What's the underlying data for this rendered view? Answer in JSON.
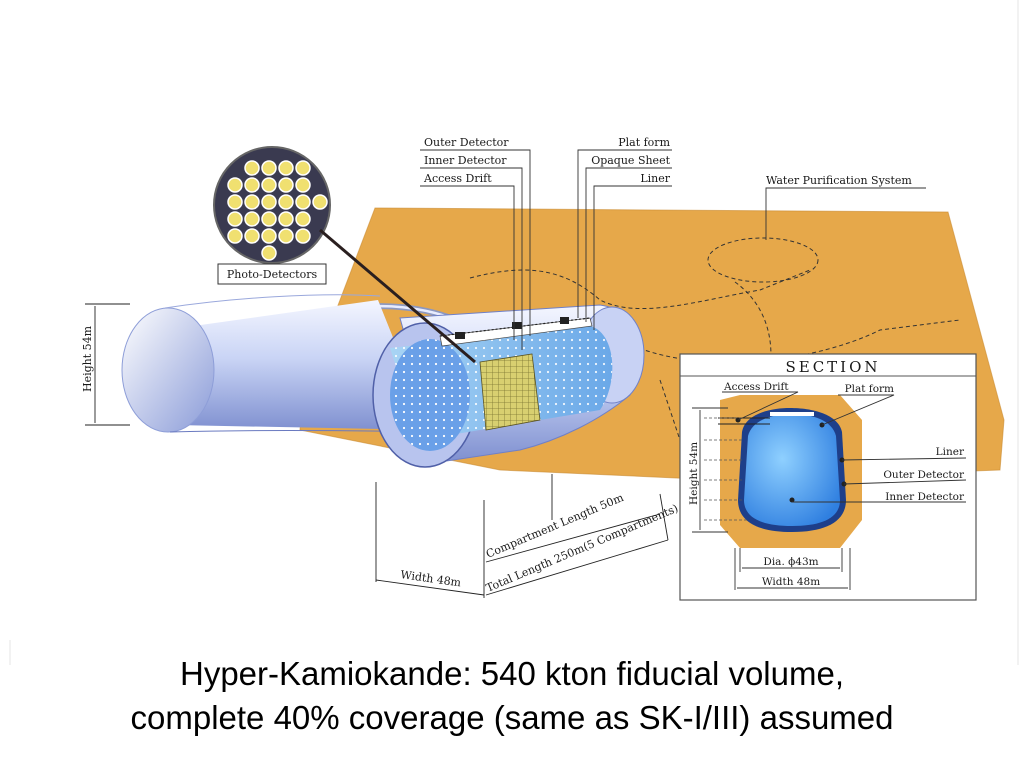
{
  "labels": {
    "outer_detector": "Outer Detector",
    "inner_detector": "Inner Detector",
    "access_drift": "Access Drift",
    "platform": "Plat form",
    "opaque_sheet": "Opaque Sheet",
    "liner": "Liner",
    "water_purification": "Water Purification System",
    "photo_detectors": "Photo-Detectors",
    "height": "Height 54m",
    "compartment_length": "Compartment Length 50m",
    "total_length": "Total Length 250m(5 Compartments)",
    "width": "Width 48m"
  },
  "section": {
    "title": "SECTION",
    "access_drift": "Access Drift",
    "platform": "Plat form",
    "liner": "Liner",
    "outer_detector": "Outer Detector",
    "inner_detector": "Inner Detector",
    "height": "Height 54m",
    "diameter": "Dia. ϕ43m",
    "width": "Width 48m"
  },
  "caption": {
    "line1": "Hyper-Kamiokande: 540 kton fiducial volume,",
    "line2": "complete 40% coverage (same as SK-I/III) assumed"
  },
  "colors": {
    "rock": "#e8a94a",
    "tank_blue": "#8fb0e8",
    "water_blue": "#4a8ef0",
    "pmt_yellow": "#f0e070"
  }
}
